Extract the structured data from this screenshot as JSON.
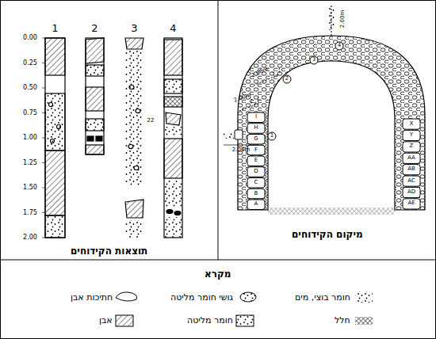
{
  "diagram": {
    "nodes": [
      {
        "text": [
          "תוצאות הקידוחים"
        ]
      },
      {
        "text": [
          "מיקום הקידוחים"
        ]
      },
      {
        "text": [
          "מקרא"
        ]
      }
    ],
    "labels": [
      "0.00",
      "0.25",
      "0.50",
      "0.75",
      "1.00",
      "1.25",
      "1.50",
      "1.75",
      "2.00",
      "1",
      "2",
      "3",
      "4",
      "22",
      "I",
      "H",
      "G",
      "F",
      "E",
      "D",
      "C",
      "B",
      "A",
      "X",
      "Y",
      "Z",
      "AA",
      "AB",
      "AC",
      "AD",
      "AE",
      "1",
      "2",
      "3",
      "4",
      "2.00m",
      "2.00m",
      "2.00m",
      "2.00m"
    ],
    "legend": [
      {
        "text": "חומר בוצי, מים"
      },
      {
        "text": "גושי חומר מליטה"
      },
      {
        "text": "חתיכות אבן"
      },
      {
        "text": "חלל"
      },
      {
        "text": "חומר מליטה"
      },
      {
        "text": "אבן"
      }
    ]
  }
}
